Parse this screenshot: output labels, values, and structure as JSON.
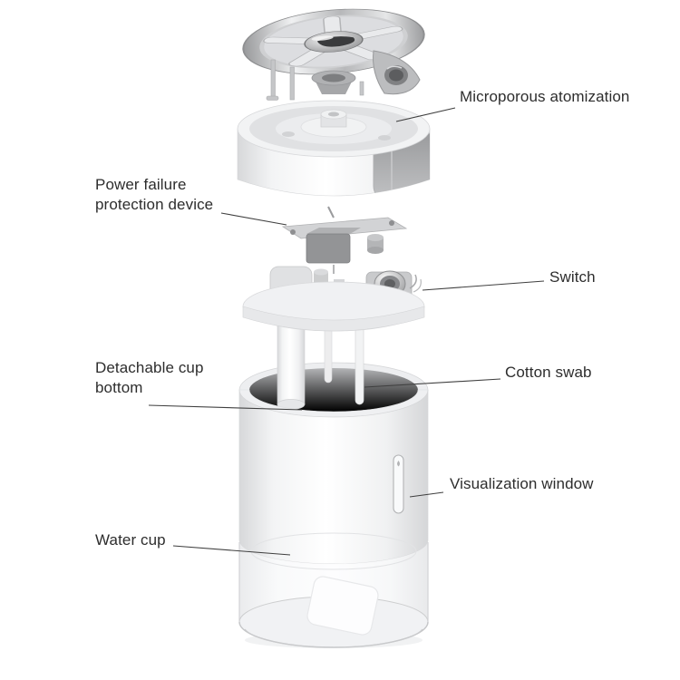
{
  "diagram": {
    "subject": "humidifier exploded view product diagram",
    "labels": {
      "microporous_atomization": "Microporous atomization",
      "power_failure": "Power failure\nprotection device",
      "switch": "Switch",
      "detachable_cup_bottom": "Detachable cup\nbottom",
      "cotton_swab": "Cotton swab",
      "visualization_window": "Visualization window",
      "water_cup": "Water cup"
    },
    "colors": {
      "background": "#ffffff",
      "label_text": "#2d2d2d",
      "leader_line": "#3f3f3f",
      "body_white": "#f2f3f4",
      "chrome": "#c6c7c9",
      "interior_gray": "#a8a9ab"
    }
  }
}
